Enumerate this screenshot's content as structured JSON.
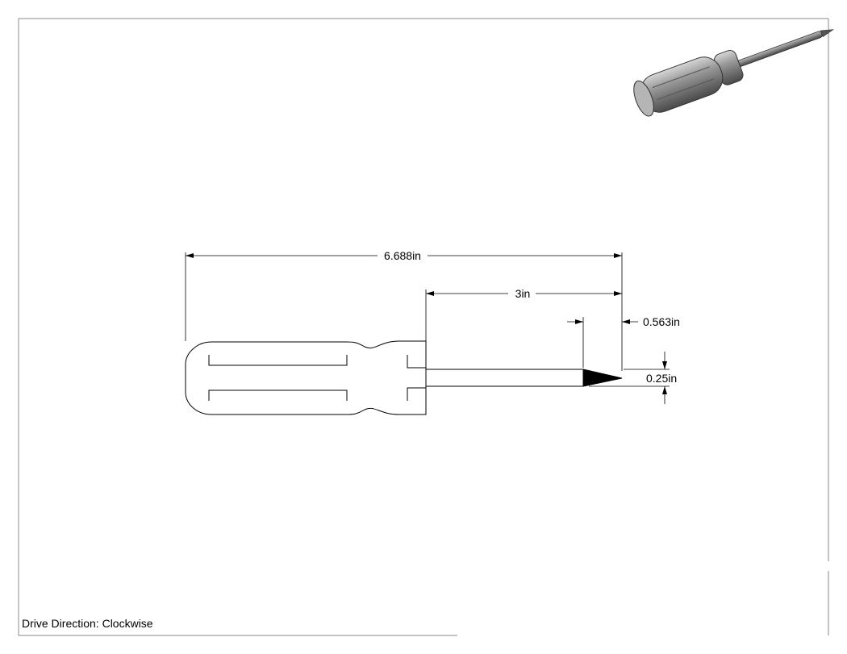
{
  "drawing": {
    "note": "Drive Direction: Clockwise",
    "dimensions": {
      "overall_length": "6.688in",
      "shaft_length": "3in",
      "tip_length": "0.563in",
      "shaft_diameter": "0.25in"
    }
  },
  "colors": {
    "line": "#000000",
    "border": "#8a8a8a",
    "handle_shade": "#8c8c8c"
  }
}
